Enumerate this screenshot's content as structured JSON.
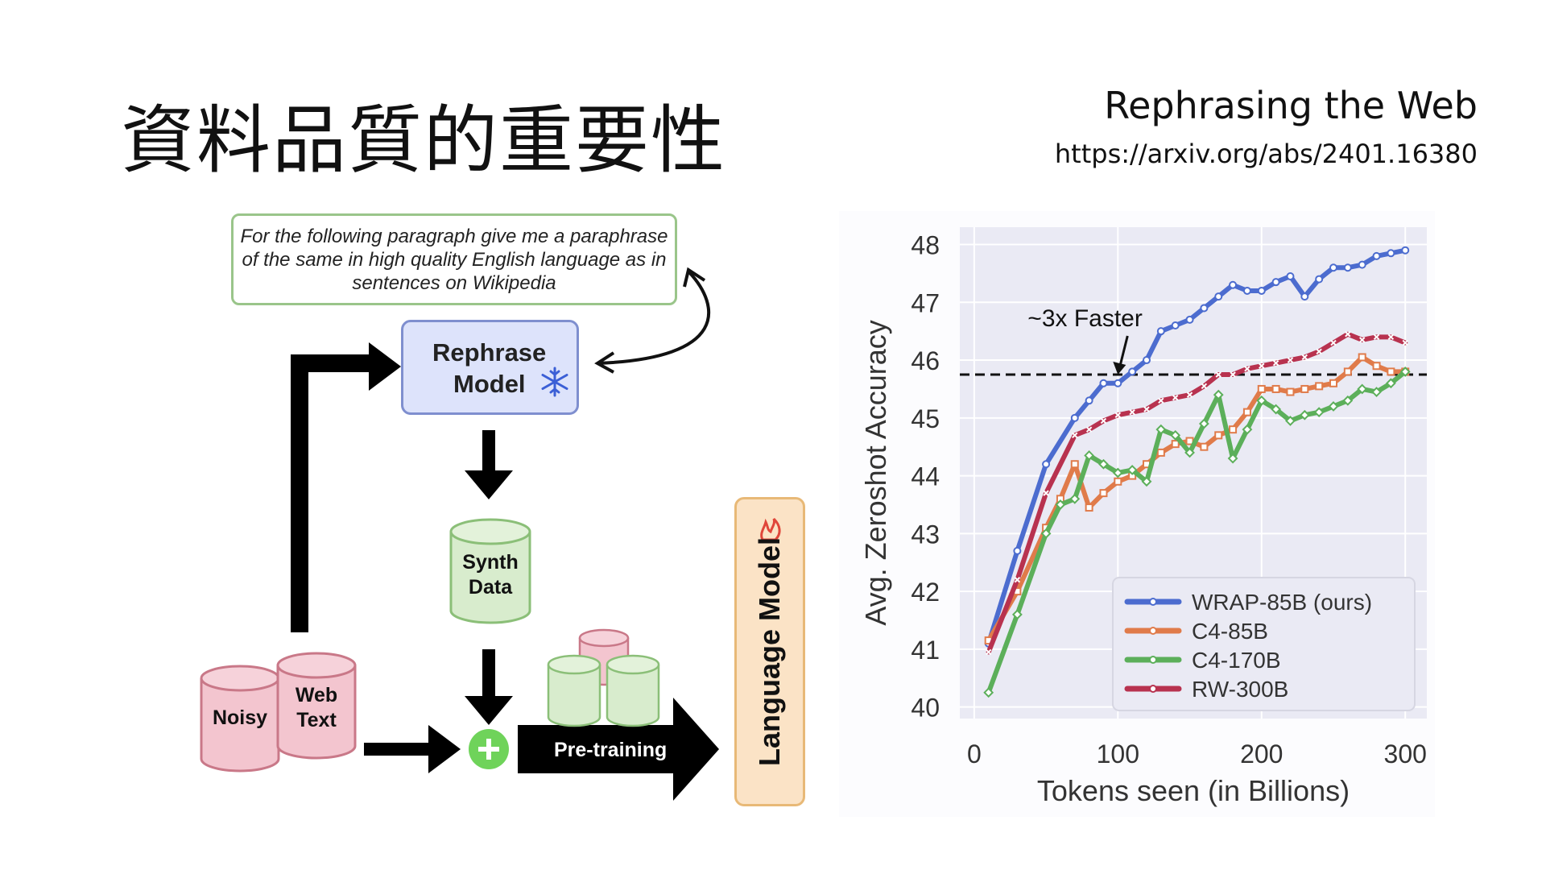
{
  "slide": {
    "title": "資料品質的重要性",
    "ref_title": "Rephrasing the Web",
    "ref_url": "https://arxiv.org/abs/2401.16380"
  },
  "diagram": {
    "prompt_text": "For the following paragraph give me a paraphrase of the same in high quality English language as in sentences on Wikipedia",
    "rephrase_line1": "Rephrase",
    "rephrase_line2": "Model",
    "synth_line1": "Synth",
    "synth_line2": "Data",
    "noisy": "Noisy",
    "web_line1": "Web",
    "web_line2": "Text",
    "pretraining": "Pre-training",
    "language_model": "Language Model",
    "colors": {
      "prompt_border": "#9ac58a",
      "rephrase_fill": "#dde3fb",
      "synth_fill": "#d8eccd",
      "web_fill": "#f3c5cf",
      "lm_fill": "#fbe3c6",
      "plus": "#6fd35a"
    }
  },
  "chart_data": {
    "type": "line",
    "xlabel": "Tokens seen (in Billions)",
    "ylabel": "Avg. Zeroshot Accuracy",
    "xlim": [
      -10,
      315
    ],
    "ylim": [
      39.8,
      48.3
    ],
    "xticks": [
      0,
      100,
      200,
      300
    ],
    "yticks": [
      40,
      41,
      42,
      43,
      44,
      45,
      46,
      47,
      48
    ],
    "grid": true,
    "legend_position": "bottom-right",
    "reference_line": {
      "y": 45.75,
      "style": "dashed"
    },
    "annotation": {
      "text": "~3x Faster",
      "x": 100,
      "y": 45.75
    },
    "series": [
      {
        "name": "WRAP-85B (ours)",
        "color": "#4c6ccf",
        "x": [
          10,
          30,
          50,
          70,
          80,
          90,
          100,
          110,
          120,
          130,
          140,
          150,
          160,
          170,
          180,
          190,
          200,
          210,
          220,
          230,
          240,
          250,
          260,
          270,
          280,
          290,
          300
        ],
        "values": [
          41.1,
          42.7,
          44.2,
          45.0,
          45.3,
          45.6,
          45.6,
          45.8,
          46.0,
          46.5,
          46.6,
          46.7,
          46.9,
          47.1,
          47.3,
          47.2,
          47.2,
          47.35,
          47.45,
          47.1,
          47.4,
          47.6,
          47.6,
          47.65,
          47.8,
          47.85,
          47.9
        ]
      },
      {
        "name": "C4-85B",
        "color": "#e07b4a",
        "x": [
          10,
          30,
          50,
          60,
          70,
          80,
          90,
          100,
          110,
          120,
          130,
          140,
          150,
          160,
          170,
          180,
          190,
          200,
          210,
          220,
          230,
          240,
          250,
          260,
          270,
          280,
          290,
          300
        ],
        "values": [
          41.15,
          42.0,
          43.1,
          43.6,
          44.2,
          43.45,
          43.7,
          43.9,
          44.0,
          44.2,
          44.4,
          44.55,
          44.6,
          44.5,
          44.7,
          44.8,
          45.1,
          45.5,
          45.5,
          45.45,
          45.5,
          45.55,
          45.6,
          45.8,
          46.05,
          45.9,
          45.8,
          45.8
        ]
      },
      {
        "name": "C4-170B",
        "color": "#5caf5a",
        "x": [
          10,
          30,
          50,
          60,
          70,
          80,
          90,
          100,
          110,
          120,
          130,
          140,
          150,
          160,
          170,
          180,
          190,
          200,
          210,
          220,
          230,
          240,
          250,
          260,
          270,
          280,
          290,
          300
        ],
        "values": [
          40.25,
          41.6,
          43.0,
          43.5,
          43.6,
          44.35,
          44.2,
          44.05,
          44.1,
          43.9,
          44.8,
          44.7,
          44.4,
          44.9,
          45.4,
          44.3,
          44.8,
          45.3,
          45.15,
          44.95,
          45.05,
          45.1,
          45.2,
          45.3,
          45.5,
          45.45,
          45.6,
          45.8
        ]
      },
      {
        "name": "RW-300B",
        "color": "#b8324f",
        "x": [
          10,
          30,
          50,
          70,
          80,
          90,
          100,
          110,
          120,
          130,
          140,
          150,
          160,
          170,
          180,
          190,
          200,
          210,
          220,
          230,
          240,
          250,
          260,
          270,
          280,
          290,
          300
        ],
        "values": [
          40.95,
          42.2,
          43.7,
          44.7,
          44.8,
          44.95,
          45.05,
          45.1,
          45.15,
          45.3,
          45.35,
          45.4,
          45.55,
          45.75,
          45.75,
          45.85,
          45.9,
          45.95,
          46.0,
          46.05,
          46.15,
          46.3,
          46.45,
          46.35,
          46.4,
          46.4,
          46.3
        ]
      }
    ]
  }
}
